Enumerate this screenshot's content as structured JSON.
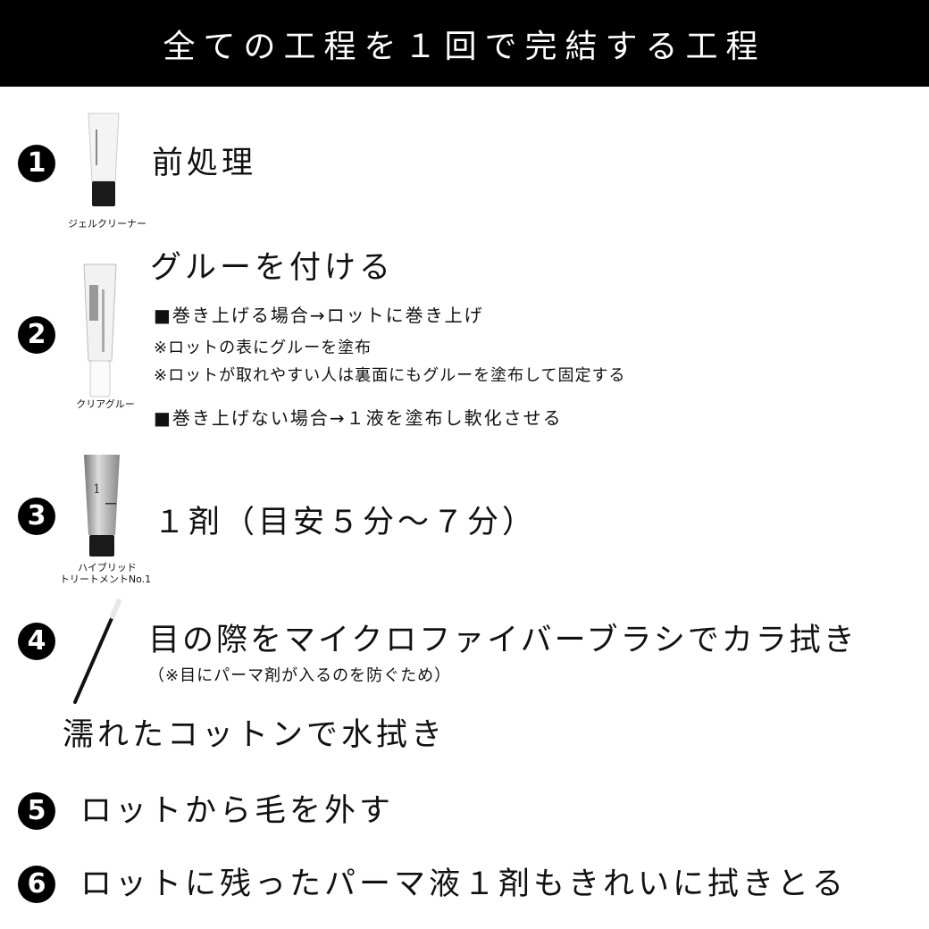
{
  "header": {
    "title": "全ての工程を１回で完結する工程"
  },
  "steps": [
    {
      "number": "1",
      "product": "ジェルクリーナー",
      "title": "前処理"
    },
    {
      "number": "2",
      "product": "クリアグルー",
      "title": "グルーを付ける",
      "lines": [
        "■巻き上げる場合→ロットに巻き上げ",
        "※ロットの表にグルーを塗布",
        "※ロットが取れやすい人は裏面にもグルーを塗布して固定する",
        "■巻き上げない場合→１液を塗布し軟化させる"
      ]
    },
    {
      "number": "3",
      "product_line1": "ハイブリッド",
      "product_line2": "トリートメントNo.1",
      "title": "１剤（目安５分〜７分）"
    },
    {
      "number": "4",
      "title": "目の際をマイクロファイバーブラシでカラ拭き",
      "note": "（※目にパーマ剤が入るのを防ぐため）",
      "extra": "濡れたコットンで水拭き"
    },
    {
      "number": "5",
      "title": "ロットから毛を外す"
    },
    {
      "number": "6",
      "title": "ロットに残ったパーマ液１剤もきれいに拭きとる"
    }
  ]
}
